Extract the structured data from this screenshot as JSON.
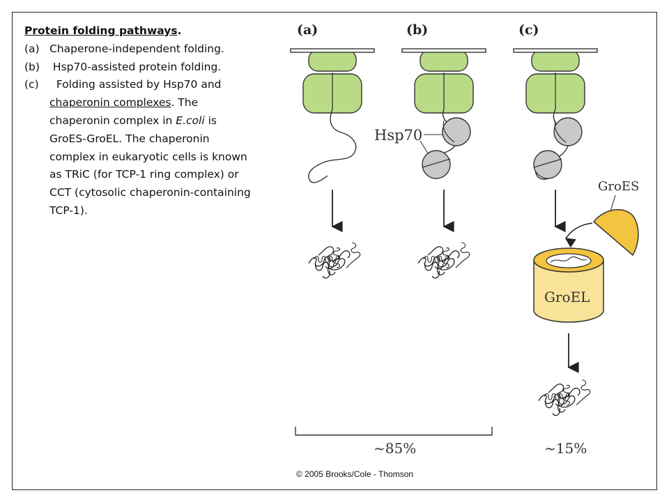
{
  "caption": {
    "title": "Protein folding pathways",
    "title_end": ".",
    "items": [
      {
        "label": "(a)",
        "text": "Chaperone-independent folding."
      },
      {
        "label": "(b)",
        "text": " Hsp70-assisted protein folding."
      },
      {
        "label": "(c)",
        "text_1": "  Folding assisted by Hsp70 and ",
        "link": "chaperonin complexes",
        "text_2": ". The chaperonin complex in ",
        "italic": "E.coli",
        "text_3": " is GroES-GroEL. The chaperonin complex in eukaryotic cells is known as TRiC (for TCP-1 ring complex)  or CCT (cytosolic chaperonin-containing TCP-1)."
      }
    ]
  },
  "figure": {
    "panels": [
      "(a)",
      "(b)",
      "(c)"
    ],
    "hsp70_label": "Hsp70",
    "groes_label": "GroES",
    "groel_label": "GroEL",
    "percent_ab": "~85%",
    "percent_c": "~15%",
    "copyright": "© 2005 Brooks/Cole - Thomson"
  },
  "colors": {
    "ribosome": "#b9db86",
    "hsp70": "#c9c9cb",
    "groes": "#f2c43f",
    "groel_body": "#f8e398",
    "groel_top": "#f2c43f"
  }
}
